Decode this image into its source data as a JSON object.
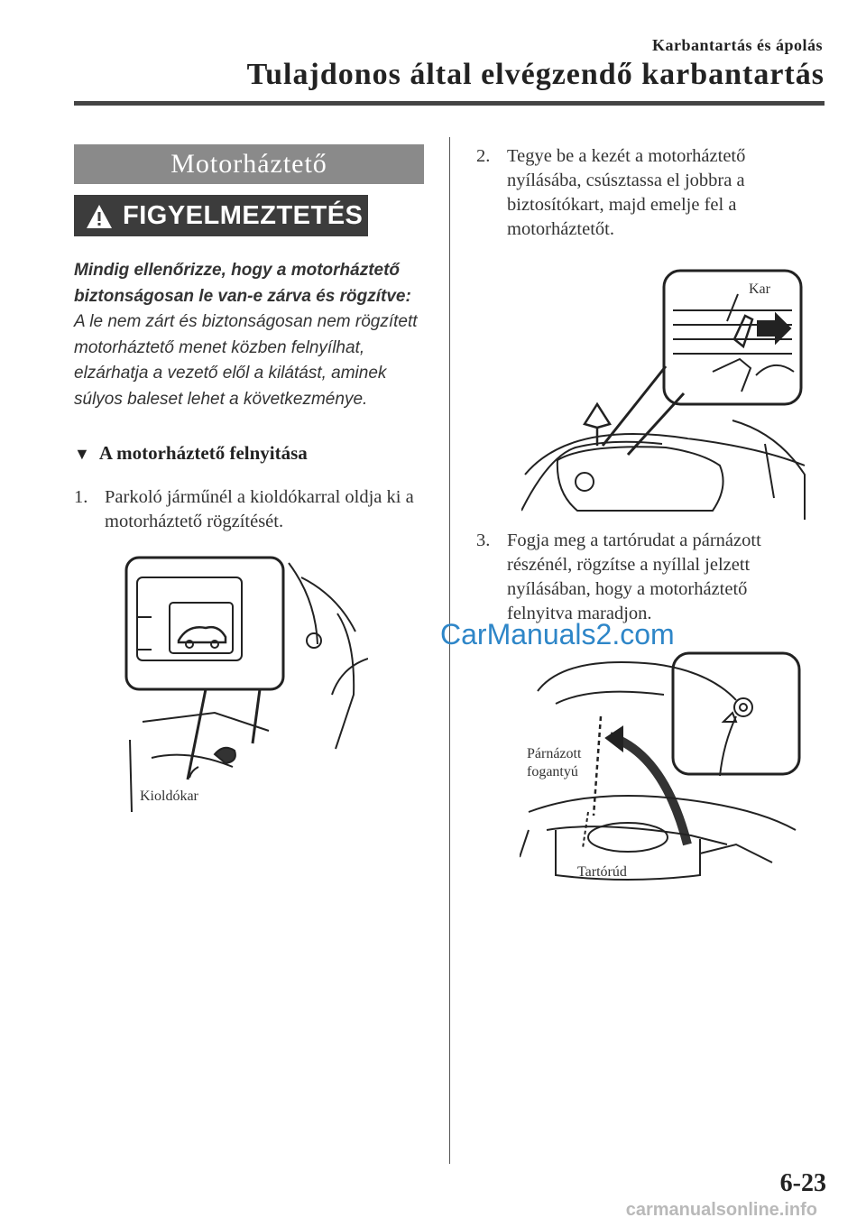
{
  "header": {
    "small": "Karbantartás és ápolás",
    "big": "Tulajdonos által elvégzendő karbantartás"
  },
  "section_title": "Motorháztető",
  "warning": {
    "label": "FIGYELMEZTETÉS",
    "bold_text": "Mindig ellenőrizze, hogy a motorháztető biztonságosan le van-e zárva és rögzítve:",
    "body_text": "A le nem zárt és biztonságosan nem rögzített motorháztető menet közben felnyílhat, elzárhatja a vezető elől a kilátást, aminek súlyos baleset lehet a következménye."
  },
  "subheading": {
    "mark": "▼",
    "text": "A motorháztető felnyitása"
  },
  "steps": [
    {
      "num": "1.",
      "text": "Parkoló járműnél a kioldókarral oldja ki a motorháztető rögzítését."
    },
    {
      "num": "2.",
      "text": "Tegye be a kezét a motorháztető nyílásába, csúsztassa el jobbra a biztosítókart, majd emelje fel a motorháztetőt."
    },
    {
      "num": "3.",
      "text": "Fogja meg a tartórudat a párnázott részénél, rögzítse a nyíllal jelzett nyílásában, hogy a motorháztető felnyitva maradjon."
    }
  ],
  "figures": {
    "fig1_label": "Kioldókar",
    "fig2_label": "Kar",
    "fig3_label_1": "Párnázott",
    "fig3_label_2": "fogantyú",
    "fig3_label_3": "Tartórúd"
  },
  "page_number": "6-23",
  "watermark": "CarManuals2.com",
  "footer_watermark": "carmanualsonline.info"
}
